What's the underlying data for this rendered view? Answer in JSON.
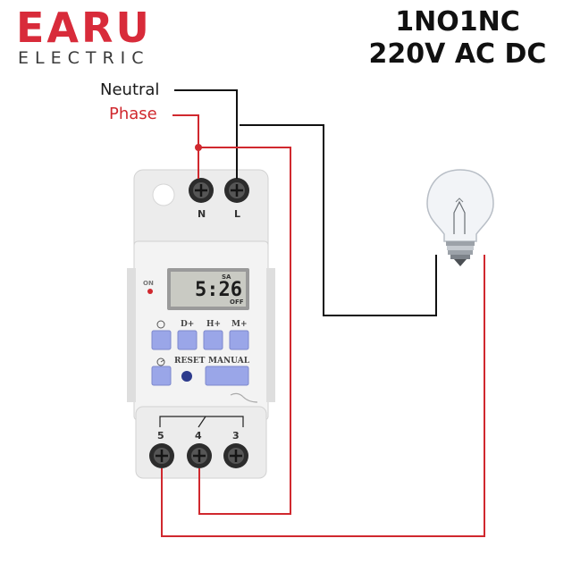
{
  "brand": {
    "name": "EARU",
    "tagline": "ELECTRIC"
  },
  "specs": {
    "contacts": "1NO1NC",
    "voltage": "220V AC DC"
  },
  "wiring": {
    "neutral_label": "Neutral",
    "phase_label": "Phase",
    "neutral_color": "#111111",
    "phase_color": "#d0282e"
  },
  "device": {
    "top_terminals": [
      "N",
      "L"
    ],
    "bottom_terminals": [
      "5",
      "4",
      "3"
    ],
    "indicator_label": "ON",
    "display": {
      "time": "5:26",
      "day": "SA",
      "state": "OFF"
    },
    "buttons": {
      "clock": "",
      "day_plus": "D+",
      "hour_plus": "H+",
      "minute_plus": "M+",
      "timer": "",
      "reset": "RESET",
      "manual": "MANUAL"
    },
    "button_color": "#9aa6e8"
  },
  "load": {
    "icon": "light-bulb-icon"
  }
}
